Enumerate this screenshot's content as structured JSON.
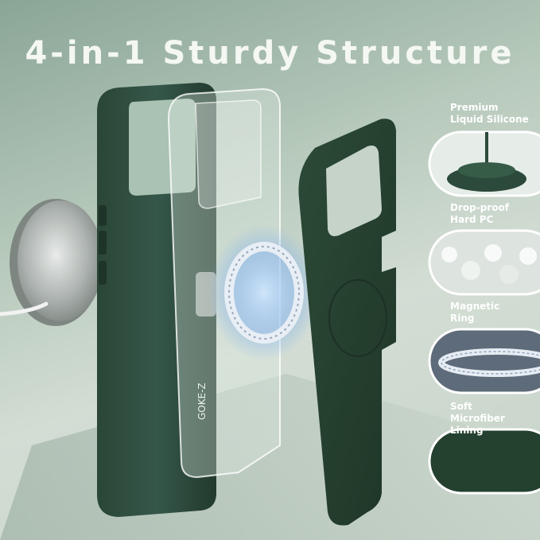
{
  "headline": "4-in-1 Sturdy Structure",
  "brand_mark": "GOKE-Z",
  "features": [
    {
      "line1": "Premium",
      "line2": "Liquid Silicone"
    },
    {
      "line1": "Drop-proof",
      "line2": "Hard PC"
    },
    {
      "line1": "Magnetic",
      "line2": "Ring"
    },
    {
      "line1": "Soft",
      "line2": "Microfiber Lining"
    }
  ],
  "colors": {
    "case_green": "#2c4a3b",
    "lining_green": "#27432f",
    "background": "#c6d3c8",
    "text": "#ffffff"
  }
}
